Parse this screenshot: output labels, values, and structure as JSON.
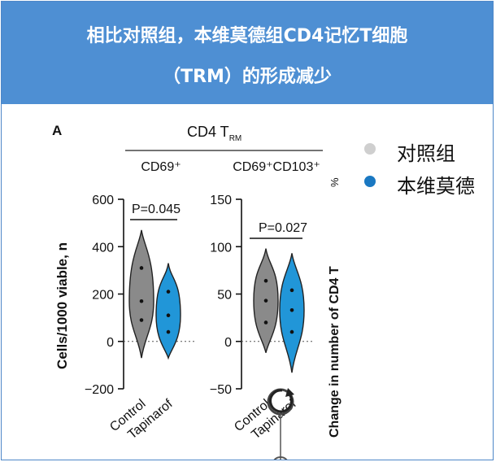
{
  "header": {
    "line1": "相比对照组，本维莫德组CD4记忆T细胞",
    "line2": "（TRM）的形成减少"
  },
  "legend": [
    {
      "label": "对照组",
      "color": "#cfcfcf"
    },
    {
      "label": "本维莫德",
      "color": "#1a78c2"
    }
  ],
  "colors": {
    "control": "#8a8a8a",
    "tapinarof": "#2196d8",
    "frame": "#4e87c8"
  },
  "panel": {
    "letter": "A",
    "group_title": "CD4 T",
    "group_title_sub": "RM",
    "ylabel": "Cells/1000 viable, n",
    "right_ylabel": "Change in number of CD4 T"
  },
  "chart_data": [
    {
      "type": "violin",
      "title": "CD69⁺",
      "ylabel": "Cells/1000 viable, n",
      "categories": [
        "Control",
        "Tapinarof"
      ],
      "yticks": [
        "600",
        "400",
        "200",
        "0",
        "−200"
      ],
      "ylim": [
        -200,
        600
      ],
      "pvalue": "P=0.045",
      "series": [
        {
          "name": "Control",
          "min": -70,
          "max": 470,
          "quartiles": [
            90,
            170,
            310
          ]
        },
        {
          "name": "Tapinarof",
          "min": -70,
          "max": 330,
          "quartiles": [
            40,
            110,
            210
          ]
        }
      ]
    },
    {
      "type": "violin",
      "title": "CD69⁺CD103⁺",
      "categories": [
        "Control",
        "Tapinarof"
      ],
      "yticks": [
        "150",
        "100",
        "50",
        "0",
        "−50"
      ],
      "ylim": [
        -50,
        150
      ],
      "pvalue": "P=0.027",
      "series": [
        {
          "name": "Control",
          "min": -12,
          "max": 98,
          "quartiles": [
            20,
            43,
            64
          ]
        },
        {
          "name": "Tapinarof",
          "min": -33,
          "max": 93,
          "quartiles": [
            10,
            33,
            54
          ]
        }
      ]
    }
  ]
}
